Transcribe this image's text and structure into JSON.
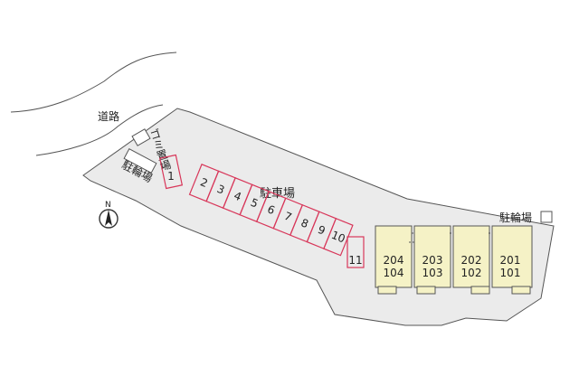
{
  "labels": {
    "road": "道路",
    "garbage": "ゴミ置場",
    "bike_parking_left": "駐輪場",
    "bike_parking_right": "駐輪場",
    "parking_lot": "駐車場",
    "north": "N"
  },
  "parking_stalls": [
    "1",
    "2",
    "3",
    "4",
    "5",
    "6",
    "7",
    "8",
    "9",
    "10",
    "11"
  ],
  "units": [
    {
      "upper": "204",
      "lower": "104"
    },
    {
      "upper": "203",
      "lower": "103"
    },
    {
      "upper": "202",
      "lower": "102"
    },
    {
      "upper": "201",
      "lower": "101"
    }
  ],
  "colors": {
    "site": "#ebebeb",
    "stall_stroke": "#d8375a",
    "building_fill": "#f5f2c6",
    "outline": "#555555"
  }
}
